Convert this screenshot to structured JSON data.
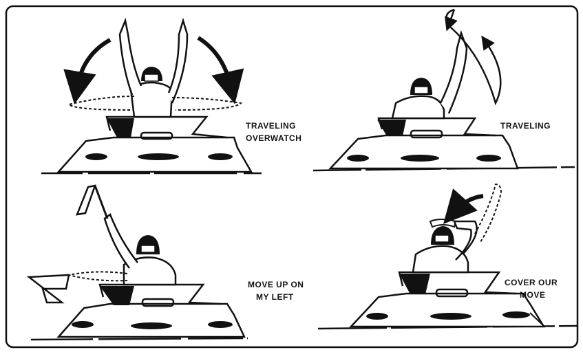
{
  "panels": [
    {
      "id": "traveling-overwatch",
      "caption_lines": [
        "TRAVELING",
        "OVERWATCH"
      ]
    },
    {
      "id": "traveling",
      "caption_lines": [
        "TRAVELING"
      ]
    },
    {
      "id": "move-up-on-my-left",
      "caption_lines": [
        "MOVE UP ON",
        "MY LEFT"
      ]
    },
    {
      "id": "cover-our-move",
      "caption_lines": [
        "COVER OUR",
        "MOVE"
      ]
    }
  ],
  "colors": {
    "ink": "#111111",
    "paper": "#ffffff"
  }
}
